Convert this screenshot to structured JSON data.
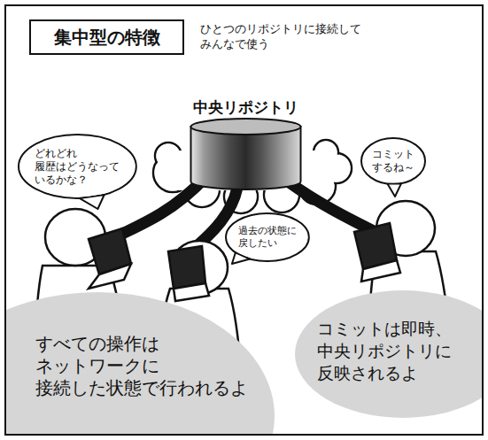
{
  "diagram": {
    "title": "集中型の特徴",
    "nodes": [
      {
        "text": [
          "中央リポジトリ"
        ]
      },
      {
        "text": [
          "どれどれ 履歴はどうなって いるかな？"
        ]
      },
      {
        "text": [
          "コミット するね～"
        ]
      },
      {
        "text": [
          "過去の状態に 戻したい"
        ]
      },
      {
        "text": [
          "すべての操作は ネットワークに 接続した状態で行われるよ"
        ]
      },
      {
        "text": [
          "コミットは即時、 中央リポジトリに 反映されるよ"
        ]
      }
    ],
    "labels": [
      "ひとつのリポジトリに接続して みんなで使う"
    ]
  }
}
